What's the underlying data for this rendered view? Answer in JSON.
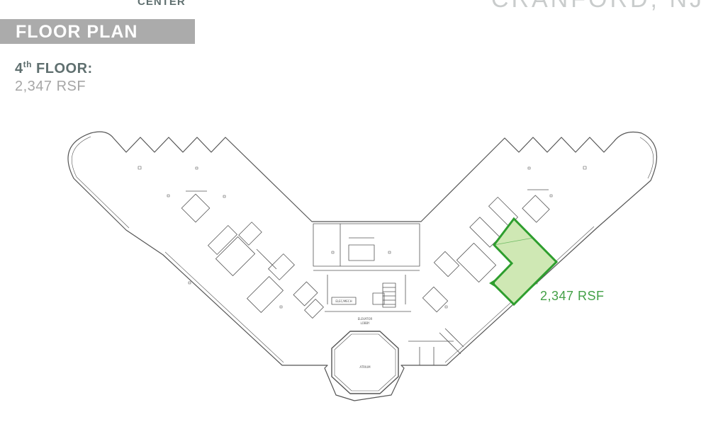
{
  "header": {
    "logo_text": "CENTER",
    "location": "CRANFORD, NJ"
  },
  "title": "FLOOR PLAN",
  "floor": {
    "ordinal": "4",
    "suffix": "th",
    "label": "FLOOR:",
    "area": "2,347 RSF"
  },
  "plan": {
    "elevator_lobby_label_1": "ELEVATOR",
    "elevator_lobby_label_2": "LOBBY",
    "atrium_label": "ATRIUM",
    "small_room_label": "ELEC/MECH",
    "highlighted_suite": {
      "area": "2,347 RSF",
      "fill_color": "#cfe8b4",
      "stroke_color": "#2e9e2e"
    }
  }
}
